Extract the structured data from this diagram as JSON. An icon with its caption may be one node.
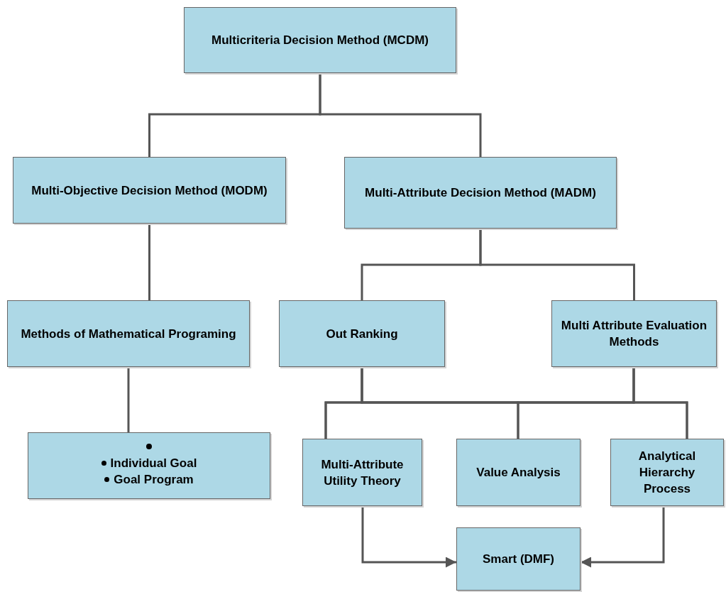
{
  "diagram": {
    "nodes": [
      {
        "text": [
          "Multicriteria Decision Method (MCDM)"
        ]
      },
      {
        "text": [
          "Multi-Objective Decision Method (MODM)"
        ]
      },
      {
        "text": [
          "Multi-Attribute Decision Method (MADM)"
        ]
      },
      {
        "text": [
          "Methods of Mathematical Programing"
        ]
      },
      {
        "text": [
          "Individual Goal",
          "Goal Program"
        ]
      },
      {
        "text": [
          "Out Ranking"
        ]
      },
      {
        "text": [
          "Multi Attribute Evaluation Methods"
        ]
      },
      {
        "text": [
          "Multi-Attribute Utility Theory"
        ]
      },
      {
        "text": [
          "Value Analysis"
        ]
      },
      {
        "text": [
          "Analytical Hierarchy Process"
        ]
      },
      {
        "text": [
          "Smart (DMF)"
        ]
      }
    ],
    "edges": [
      {
        "from": 0,
        "to": 1,
        "arrow": "none"
      },
      {
        "from": 0,
        "to": 2,
        "arrow": "none"
      },
      {
        "from": 1,
        "to": 3,
        "arrow": "none"
      },
      {
        "from": 3,
        "to": 4,
        "arrow": "none"
      },
      {
        "from": 2,
        "to": 5,
        "arrow": "none"
      },
      {
        "from": 2,
        "to": 6,
        "arrow": "none"
      },
      {
        "from": 5,
        "to": 7,
        "arrow": "none"
      },
      {
        "from": 5,
        "to": 8,
        "arrow": "none"
      },
      {
        "from": 5,
        "to": 9,
        "arrow": "none"
      },
      {
        "from": 6,
        "to": 7,
        "arrow": "none"
      },
      {
        "from": 6,
        "to": 8,
        "arrow": "none"
      },
      {
        "from": 6,
        "to": 9,
        "arrow": "none"
      },
      {
        "from": 7,
        "to": 10,
        "arrow": "to"
      },
      {
        "from": 9,
        "to": 10,
        "arrow": "to"
      }
    ]
  }
}
